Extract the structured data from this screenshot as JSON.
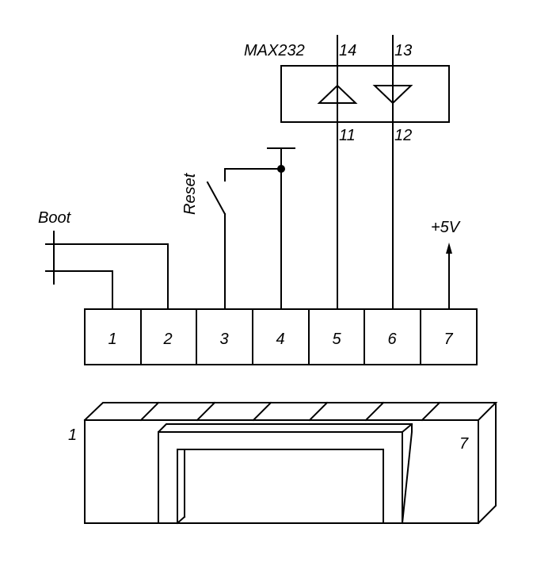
{
  "chip": {
    "name": "MAX232",
    "pins": [
      "14",
      "13",
      "11",
      "12"
    ]
  },
  "labels": {
    "boot": "Boot",
    "reset": "Reset",
    "vcc": "+5V"
  },
  "connector": {
    "pins": [
      "1",
      "2",
      "3",
      "4",
      "5",
      "6",
      "7"
    ]
  },
  "housing": {
    "end_left": "1",
    "end_right": "7"
  }
}
